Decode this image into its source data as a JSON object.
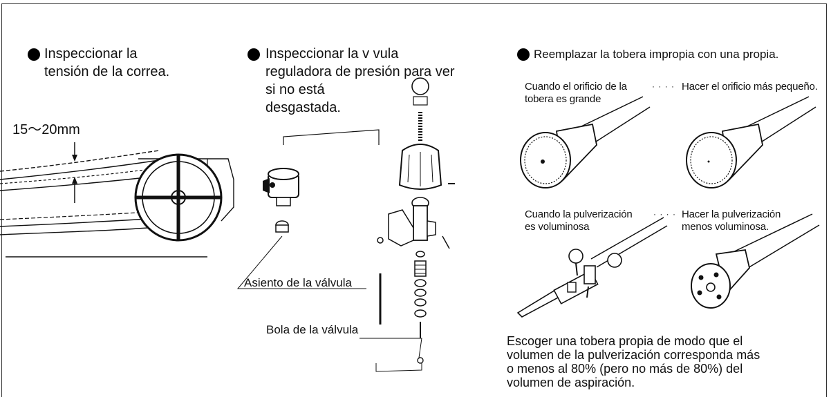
{
  "left": {
    "heading_line1": "Inspeccionar la",
    "heading_line2": "tensión de la correa.",
    "measure_label": "15～20mm"
  },
  "middle": {
    "heading_line1": "Inspeccionar la v vula",
    "heading_line2": "reguladora de presión para ver",
    "heading_line3": "si no está",
    "heading_line4": "desgastada.",
    "seat_label": "Asiento de la válvula",
    "ball_label": "Bola de la válvula"
  },
  "right": {
    "heading": "Reemplazar la tobera impropia con una propia.",
    "case1_line1": "Cuando el orificio de la",
    "case1_line2": "tobera es grande",
    "case1_dots": "· · · ·",
    "action1": "Hacer el orificio más pequeño.",
    "case2_line1": "Cuando la pulverización",
    "case2_line2": "es voluminosa",
    "case2_dots": "· · · ·",
    "action2_line1": "Hacer la pulverización",
    "action2_line2": "menos voluminosa.",
    "note_line1": "Escoger una tobera propia de modo que el",
    "note_line2": "volumen de la pulverización corresponda más",
    "note_line3": "o menos al 80% (pero no más de 80%) del",
    "note_line4": "volumen de aspiración."
  }
}
